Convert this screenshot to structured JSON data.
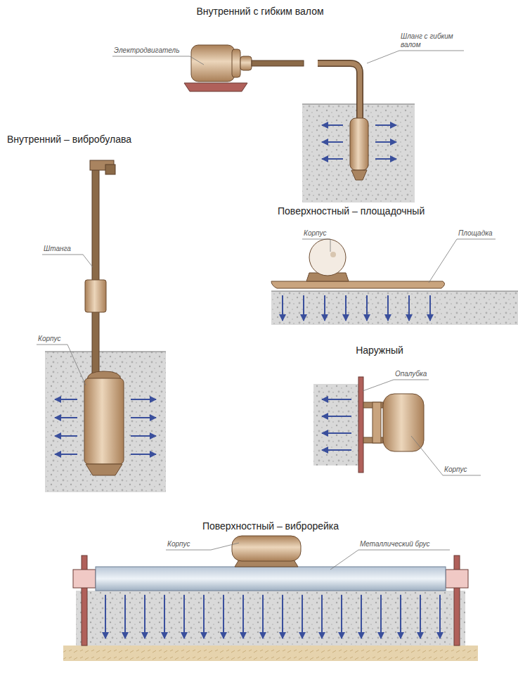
{
  "diagram": {
    "labels": [
      "Внутренний с гибким валом",
      "Электродвигатель",
      "Шланг с гибким валом",
      "Внутренний – вибробулава",
      "Штанга",
      "Корпус",
      "Поверхностный – площадочный",
      "Корпус",
      "Площадка",
      "Наружный",
      "Опалубка",
      "Корпус",
      "Поверхностный – виброрейка",
      "Корпус",
      "Металлический брус"
    ]
  }
}
